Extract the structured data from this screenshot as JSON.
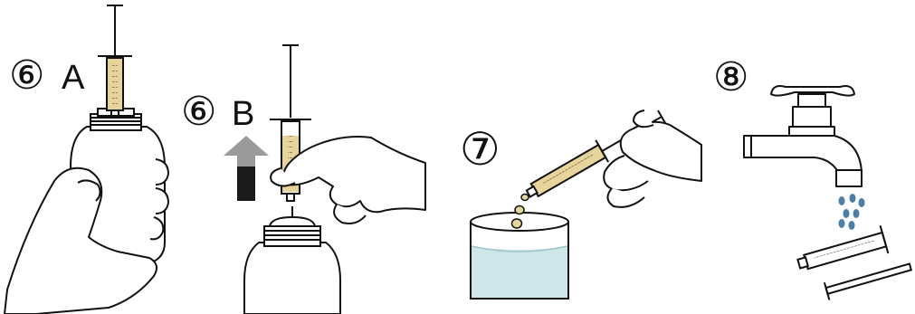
{
  "steps": [
    {
      "number": "⑥",
      "letter": "A"
    },
    {
      "number": "⑥",
      "letter": "B"
    },
    {
      "number": "⑦"
    },
    {
      "number": "⑧"
    }
  ],
  "colors": {
    "ink": "#111111",
    "liquid": "#cfe6e8",
    "syringe_fill": "#e6d49a",
    "water_drops": "#4a7fa8",
    "arrow_light": "#9a9a9a",
    "arrow_dark": "#1a1a1a"
  },
  "icons": [
    "syringe-icon",
    "bottle-icon",
    "hand-icon",
    "up-arrow-icon",
    "cup-icon",
    "faucet-icon",
    "water-drops-icon"
  ]
}
